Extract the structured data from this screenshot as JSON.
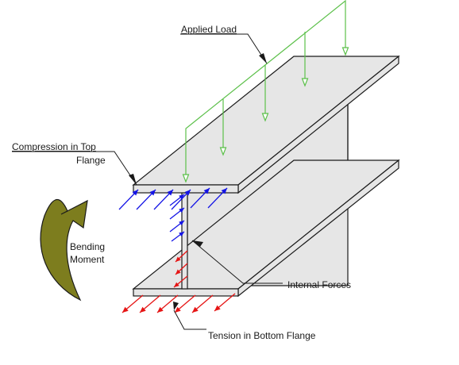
{
  "labels": {
    "applied_load": "Applied Load",
    "compression_line1": "Compression in Top",
    "compression_line2": "Flange",
    "bending_line1": "Bending",
    "bending_line2": "Moment",
    "internal_forces": "Internal Forces",
    "tension": "Tension in Bottom Flange"
  },
  "colors": {
    "beam_fill": "#e6e6e6",
    "beam_stroke": "#1a1a1a",
    "load": "#5cc04a",
    "compression": "#1414e6",
    "tension": "#e61414",
    "moment_arrow": "#7d7d1e"
  }
}
